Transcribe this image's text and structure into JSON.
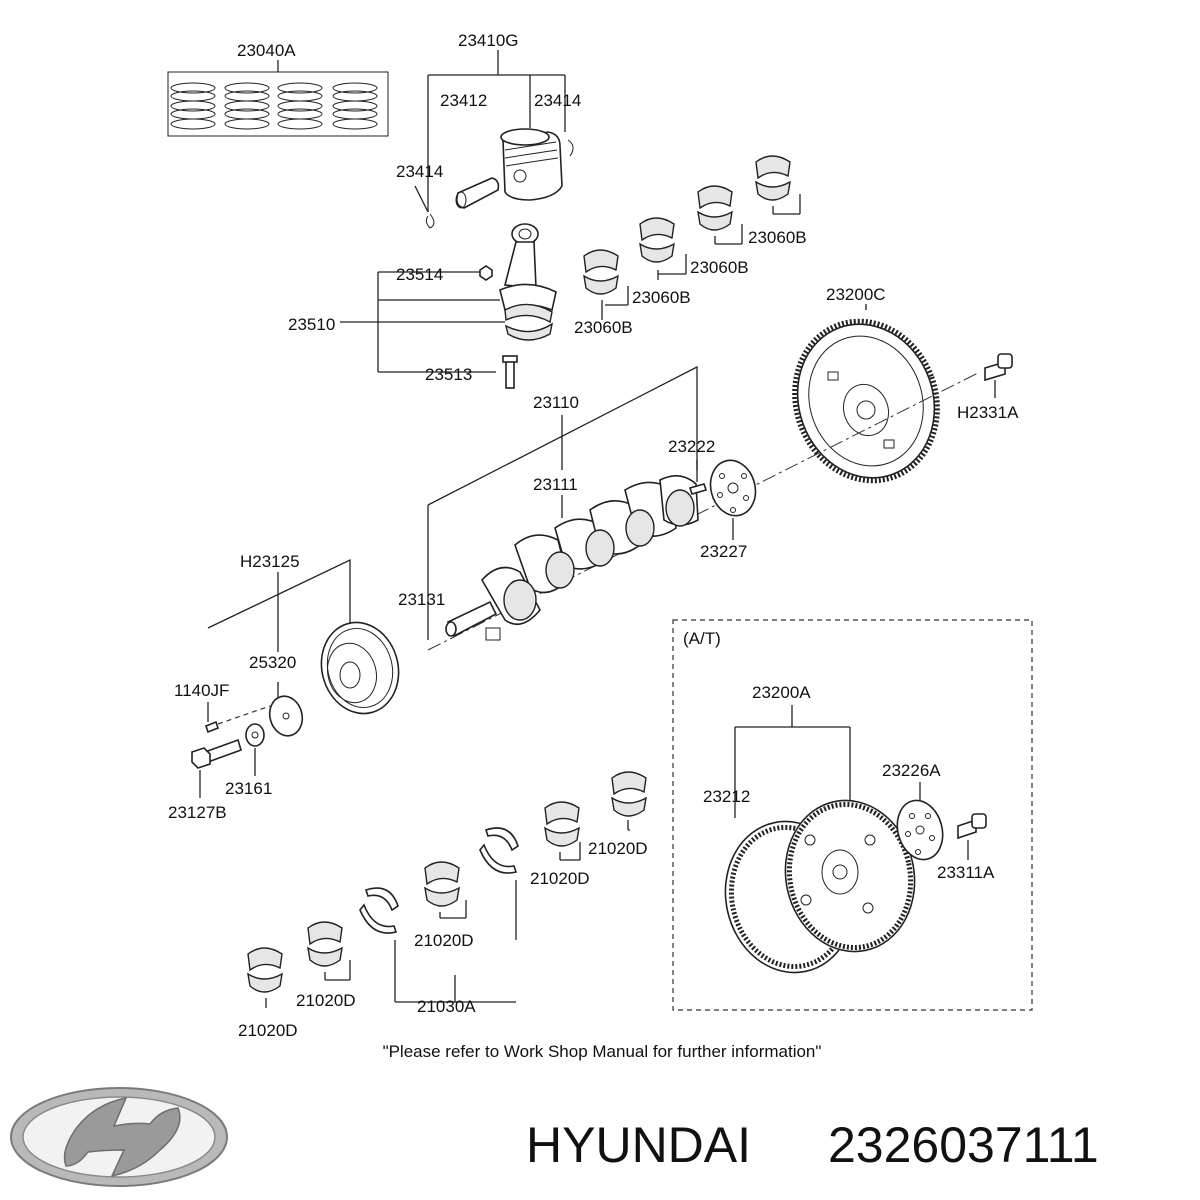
{
  "labels": {
    "p23040A": "23040A",
    "p23410G": "23410G",
    "p23412": "23412",
    "p23414_right": "23414",
    "p23414_left": "23414",
    "p23514": "23514",
    "p23510": "23510",
    "p23513": "23513",
    "p23060B_1": "23060B",
    "p23060B_2": "23060B",
    "p23060B_3": "23060B",
    "p23060B_4": "23060B",
    "p23200C": "23200C",
    "pH2331A": "H2331A",
    "p23110": "23110",
    "p23222": "23222",
    "p23111": "23111",
    "p23227": "23227",
    "pH23125": "H23125",
    "p23131": "23131",
    "p25320": "25320",
    "p1140JF": "1140JF",
    "p23161": "23161",
    "p23127B": "23127B",
    "at_box": "(A/T)",
    "p23200A": "23200A",
    "p23226A": "23226A",
    "p23212": "23212",
    "p23311A": "23311A",
    "p21020D_1": "21020D",
    "p21020D_2": "21020D",
    "p21020D_3": "21020D",
    "p21020D_4": "21020D",
    "p21020D_5": "21020D",
    "p21030A": "21030A"
  },
  "footer_note": "\"Please refer to Work Shop Manual for further information\"",
  "brand": "HYUNDAI",
  "part_number": "2326037111",
  "colors": {
    "line": "#222222",
    "logo": "#9a9a9a",
    "text": "#111111"
  }
}
